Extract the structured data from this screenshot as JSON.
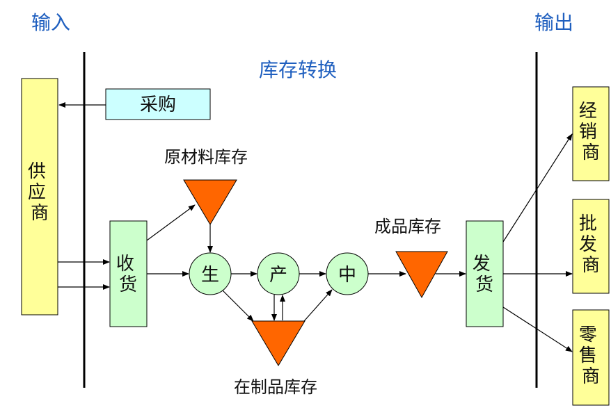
{
  "headers": {
    "input": "输入",
    "output": "输出",
    "inventory_conversion": "库存转换"
  },
  "boxes": {
    "supplier": "供应商",
    "purchase": "采购",
    "receiving": "收货",
    "shipping": "发货",
    "distributor": "经销商",
    "wholesaler": "批发商",
    "retailer": "零售商"
  },
  "circles": {
    "sheng": "生",
    "chan": "产",
    "zhong": "中"
  },
  "inventory_labels": {
    "raw_material": "原材料库存",
    "wip": "在制品库存",
    "finished_goods": "成品库存"
  },
  "colors": {
    "header_blue": "#1f5fbf",
    "yellow_box": "#ffff99",
    "cyan_box": "#ccffff",
    "green_box": "#ccffcc",
    "orange_triangle": "#ff6600"
  }
}
